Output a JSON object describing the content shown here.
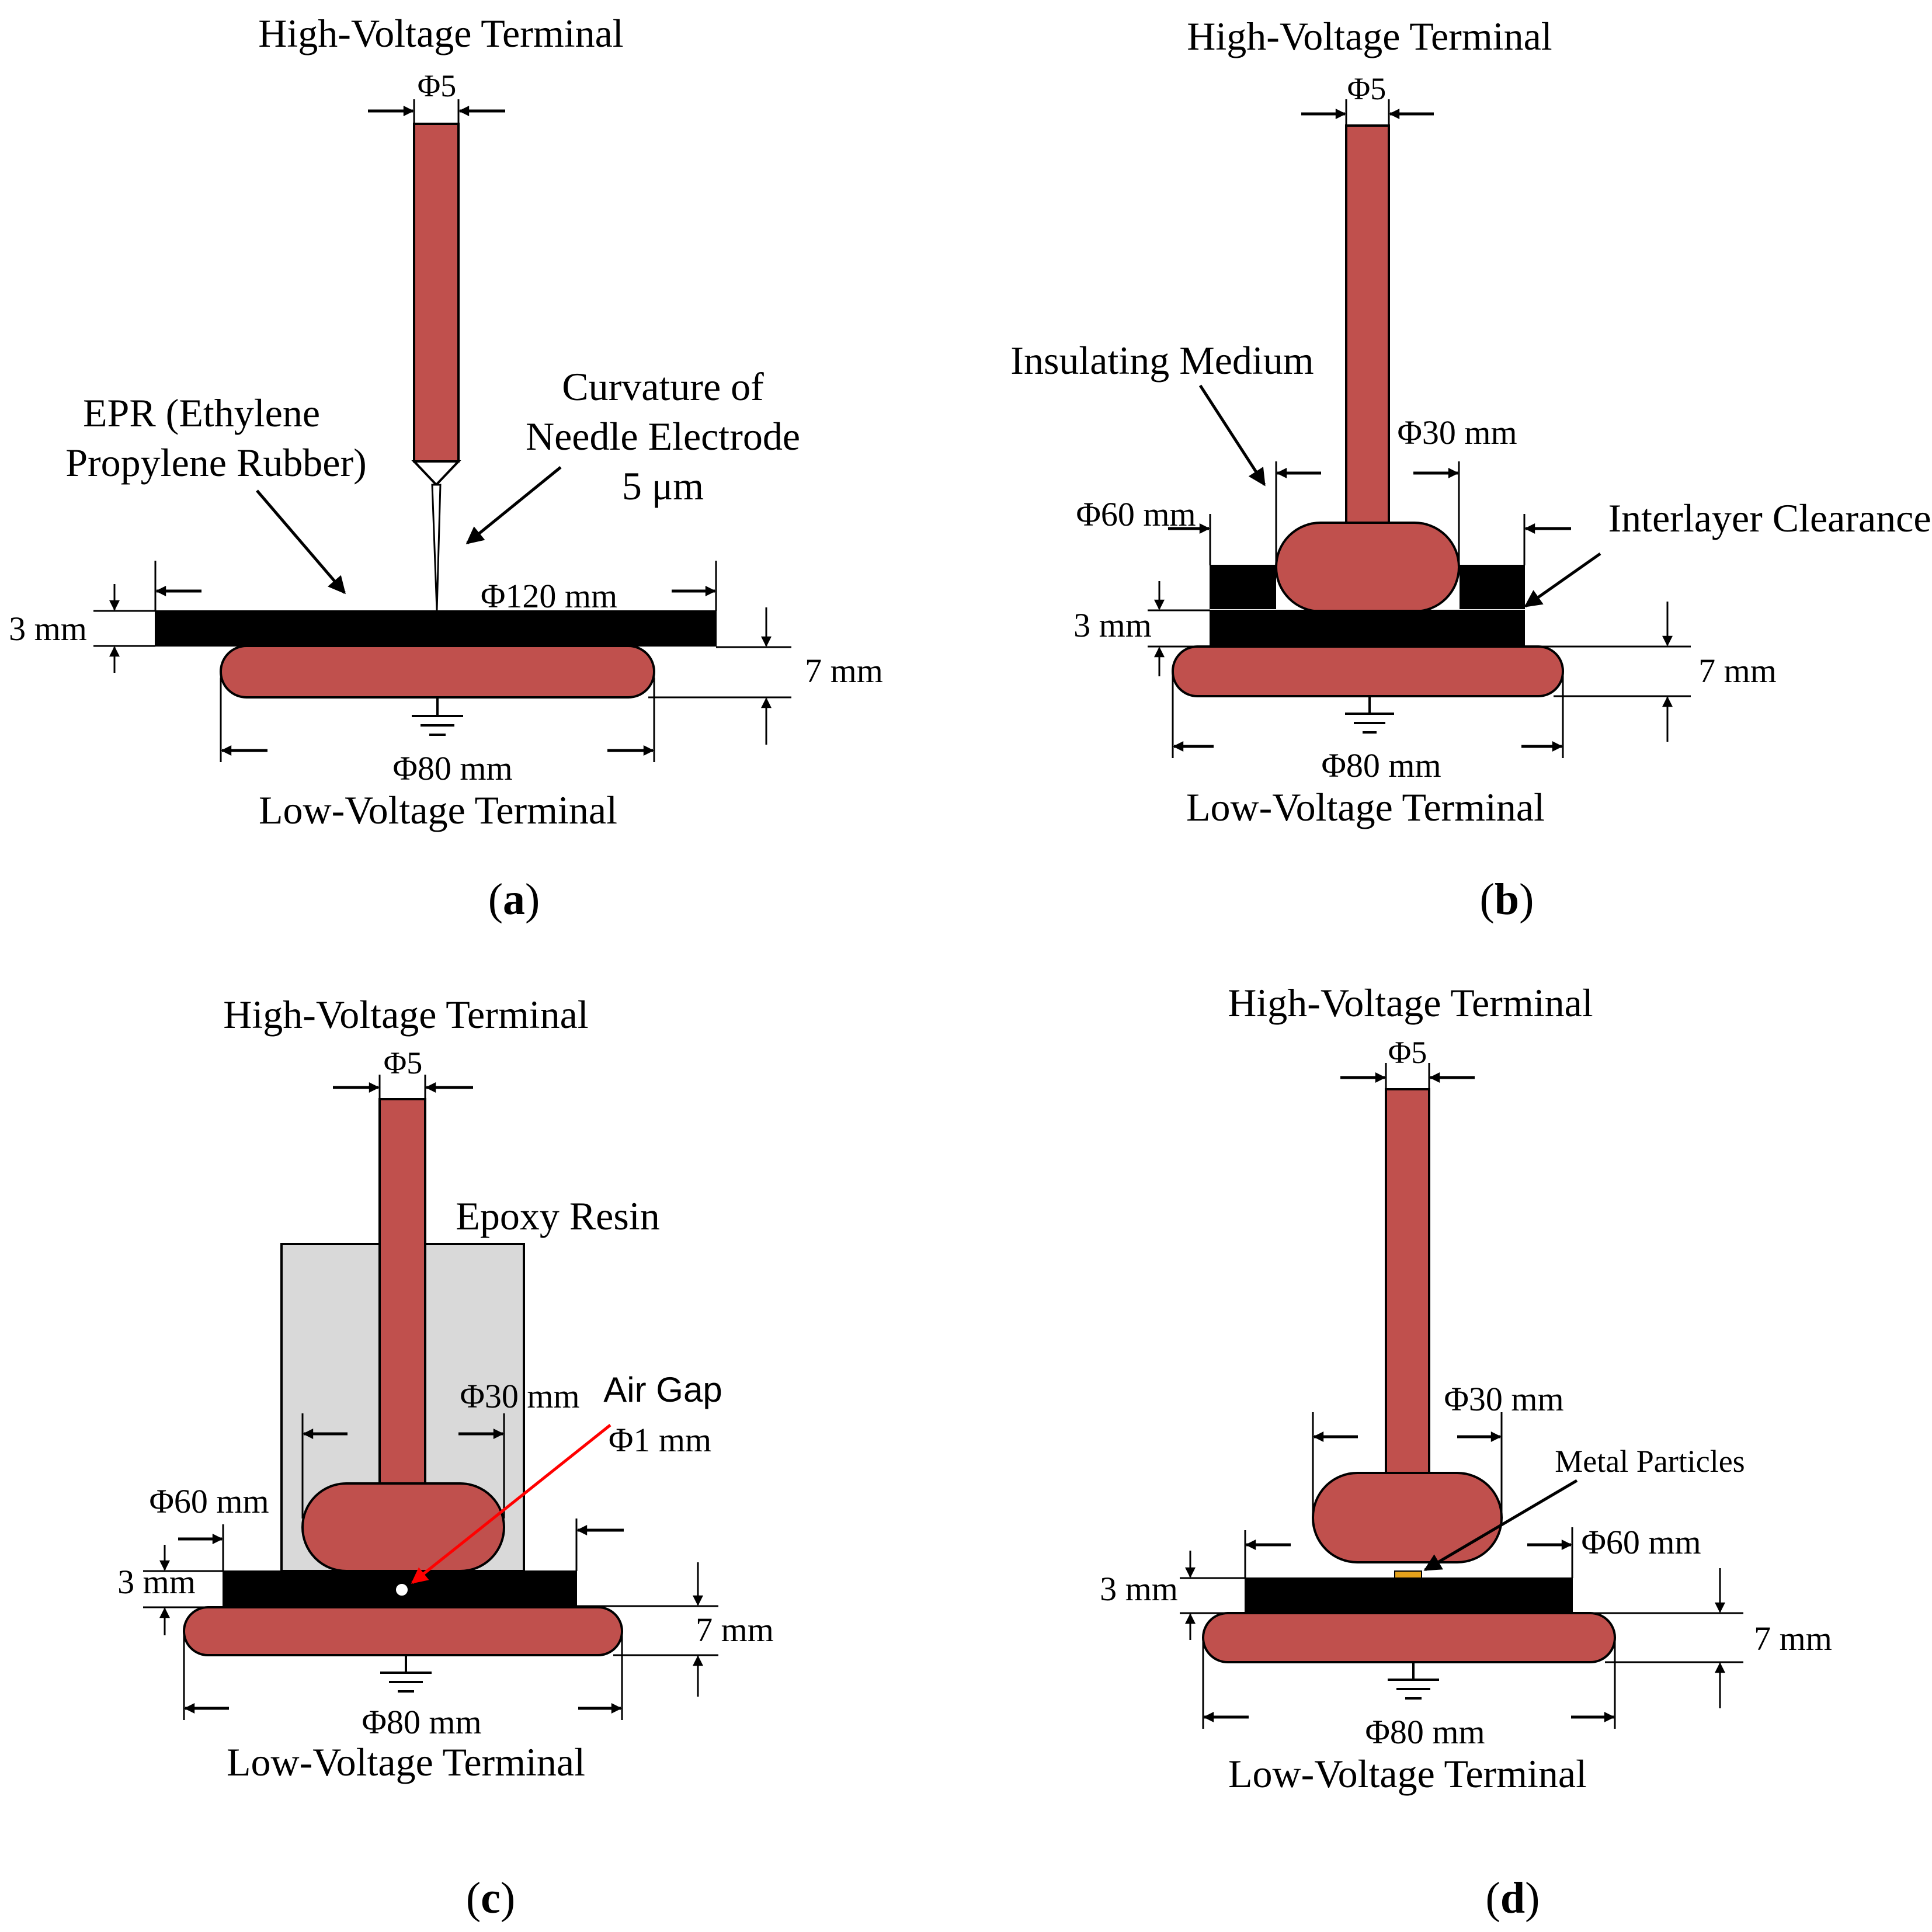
{
  "colors": {
    "copper": "#c0504d",
    "epr": "#000000",
    "epoxy": "#d9d9d9",
    "particle": "#e4a11b",
    "air_gap_pointer": "#ff0000"
  },
  "panel_a": {
    "hv": "High-Voltage Terminal",
    "lv": "Low-Voltage Terminal",
    "phi5": "Φ5",
    "epr1": "EPR (Ethylene",
    "epr2": "Propylene Rubber)",
    "curv1": "Curvature of",
    "curv2": "Needle Electrode",
    "curv3": "5 μm",
    "phi120": "Φ120 mm",
    "t3": "3 mm",
    "t7": "7 mm",
    "phi80": "Φ80 mm",
    "caption_open": "(",
    "caption_letter": "a",
    "caption_close": ")"
  },
  "panel_b": {
    "hv": "High-Voltage Terminal",
    "lv": "Low-Voltage Terminal",
    "phi5": "Φ5",
    "insulating": "Insulating Medium",
    "phi30": "Φ30 mm",
    "phi60": "Φ60 mm",
    "clearance": "Interlayer Clearance",
    "t3": "3 mm",
    "t7": "7 mm",
    "phi80": "Φ80 mm",
    "caption_open": "(",
    "caption_letter": "b",
    "caption_close": ")"
  },
  "panel_c": {
    "hv": "High-Voltage Terminal",
    "lv": "Low-Voltage Terminal",
    "phi5": "Φ5",
    "epoxy": "Epoxy Resin",
    "phi30": "Φ30 mm",
    "airgap": "Air Gap",
    "phi1": "Φ1 mm",
    "phi60": "Φ60 mm",
    "t3": "3 mm",
    "t7": "7 mm",
    "phi80": "Φ80 mm",
    "caption_open": "(",
    "caption_letter": "c",
    "caption_close": ")"
  },
  "panel_d": {
    "hv": "High-Voltage Terminal",
    "lv": "Low-Voltage Terminal",
    "phi5": "Φ5",
    "phi30": "Φ30 mm",
    "particles": "Metal Particles",
    "phi60": "Φ60 mm",
    "t3": "3 mm",
    "t7": "7 mm",
    "phi80": "Φ80 mm",
    "caption_open": "(",
    "caption_letter": "d",
    "caption_close": ")"
  }
}
